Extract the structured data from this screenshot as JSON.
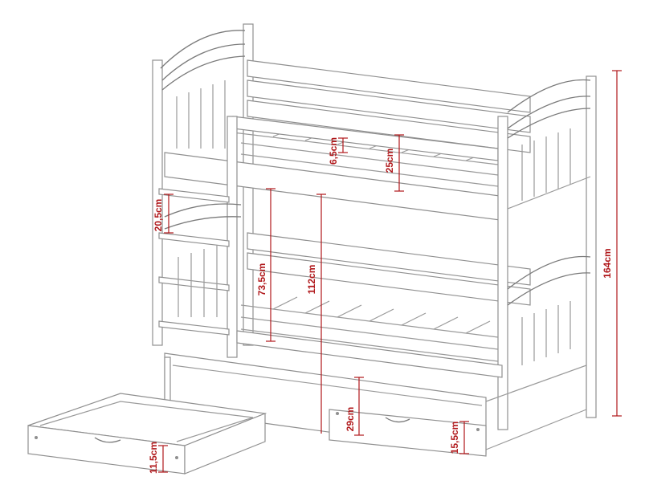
{
  "dimensions": {
    "total_height": "164cm",
    "floor_to_upper_bed": "112cm",
    "lower_to_upper_clearance": "73,5cm",
    "upper_rail_height": "25cm",
    "upper_rail_gap": "6,5cm",
    "ladder_step": "20,5cm",
    "trundle_height": "29cm",
    "drawer_right_height": "15,5cm",
    "drawer_left_height": "11,5cm"
  },
  "colors": {
    "dimension": "#b0181b",
    "outline": "#9a9a9a"
  }
}
